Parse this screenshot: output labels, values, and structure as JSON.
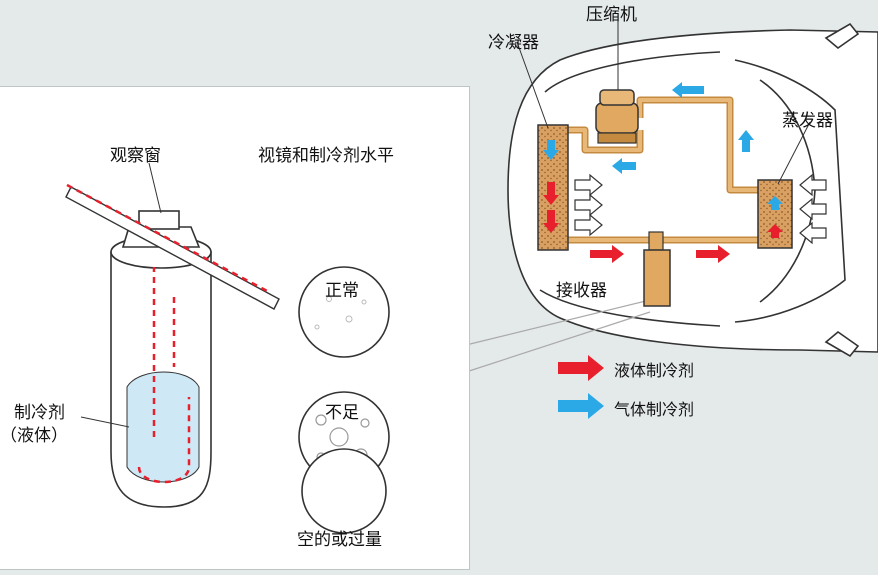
{
  "labels": {
    "compressor": "压缩机",
    "condenser": "冷凝器",
    "evaporator": "蒸发器",
    "receiver": "接收器",
    "sight_glass": "观察窗",
    "sight_level_title": "视镜和制冷剂水平",
    "normal": "正常",
    "insufficient": "不足",
    "empty_or_excess": "空的或过量",
    "refrigerant_line1": "制冷剂",
    "refrigerant_line2": "（液体）"
  },
  "legend": [
    {
      "label": "液体制冷剂",
      "color": "#e8202e"
    },
    {
      "label": "气体制冷剂",
      "color": "#2aa9e6"
    }
  ],
  "colors": {
    "pipe": "#d9a45e",
    "component": "#e0a860",
    "liquid_arrow": "#e8202e",
    "gas_arrow": "#2aa9e6"
  }
}
